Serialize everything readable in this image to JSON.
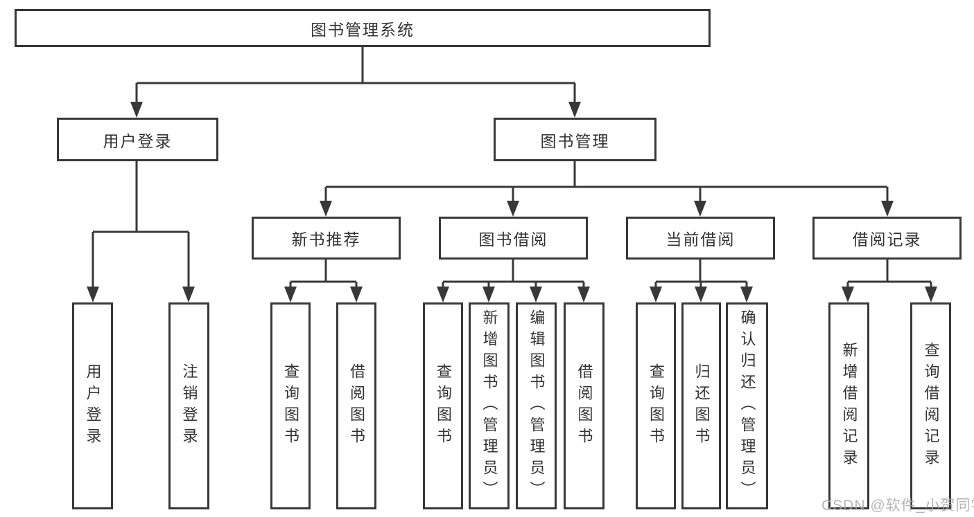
{
  "colors": {
    "line": "#383838",
    "box_border": "#383838",
    "text": "#333333",
    "watermark": "#a8a8a8",
    "background": "#ffffff"
  },
  "watermark": "CSDN @软件_小贺同学",
  "tree": {
    "root": {
      "label": "图书管理系统"
    },
    "branches": [
      {
        "label": "用户登录",
        "children": [
          {
            "label": "用户登录"
          },
          {
            "label": "注销登录"
          }
        ]
      },
      {
        "label": "图书管理",
        "children": [
          {
            "label": "新书推荐",
            "children": [
              {
                "label": "查询图书"
              },
              {
                "label": "借阅图书"
              }
            ]
          },
          {
            "label": "图书借阅",
            "children": [
              {
                "label": "查询图书"
              },
              {
                "label": "新增图书（管理员）"
              },
              {
                "label": "编辑图书（管理员）"
              },
              {
                "label": "借阅图书"
              }
            ]
          },
          {
            "label": "当前借阅",
            "children": [
              {
                "label": "查询图书"
              },
              {
                "label": "归还图书"
              },
              {
                "label": "确认归还（管理员）"
              }
            ]
          },
          {
            "label": "借阅记录",
            "children": [
              {
                "label": "新增借阅记录"
              },
              {
                "label": "查询借阅记录"
              }
            ]
          }
        ]
      }
    ]
  }
}
